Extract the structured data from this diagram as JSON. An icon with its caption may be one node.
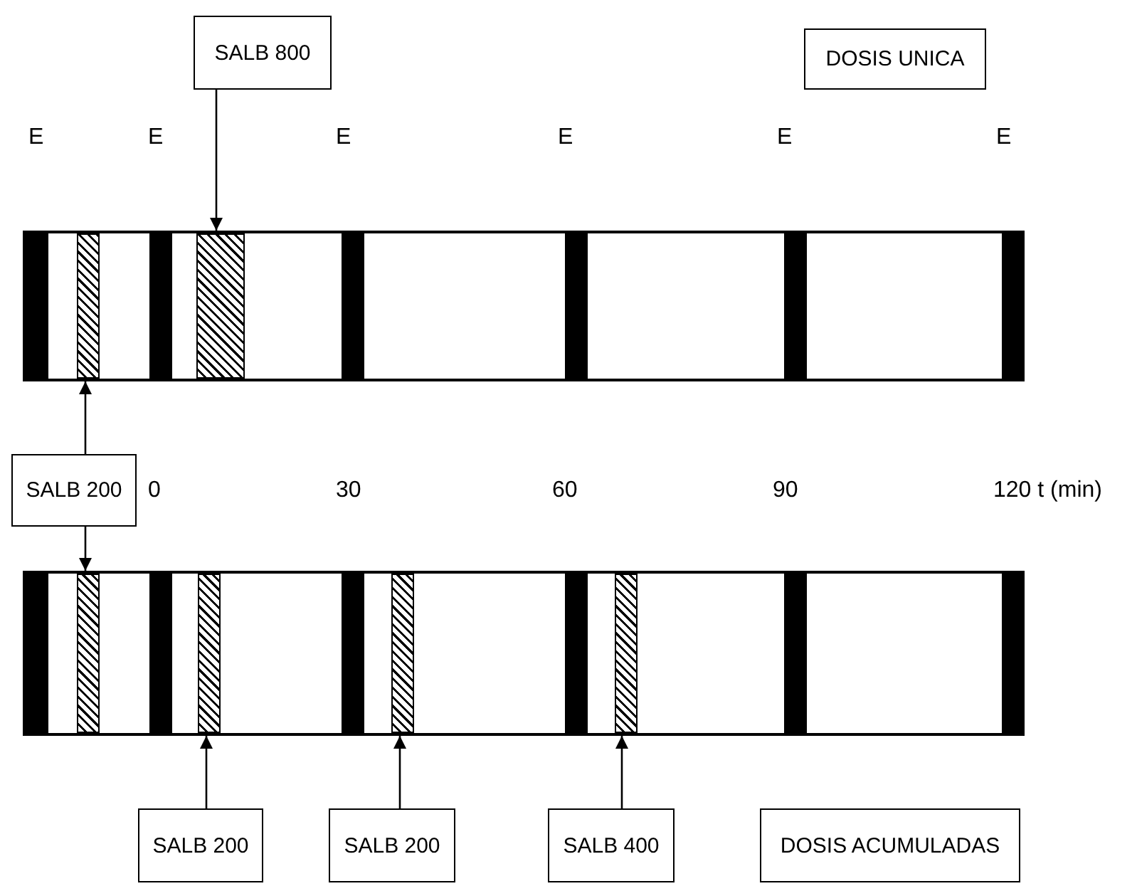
{
  "diagram": {
    "nodes": [
      {
        "text": [
          "SALB 800"
        ]
      },
      {
        "text": [],
        "shape": "bar"
      },
      {
        "text": [],
        "shape": "bar",
        "in": 1
      },
      {
        "text": [],
        "shape": "bar",
        "in": 1
      },
      {
        "text": [
          "SALB 200"
        ]
      },
      {
        "text": [],
        "shape": "bar"
      },
      {
        "text": [],
        "shape": "bar",
        "in": 5
      },
      {
        "text": [],
        "shape": "bar",
        "in": 5
      },
      {
        "text": [],
        "shape": "bar",
        "in": 5
      },
      {
        "text": [],
        "shape": "bar",
        "in": 5
      },
      {
        "text": [
          "SALB 200"
        ]
      },
      {
        "text": [
          "SALB 200"
        ]
      },
      {
        "text": [
          "SALB 400"
        ]
      },
      {
        "text": [
          "DOSIS UNICA"
        ]
      },
      {
        "text": [
          "DOSIS ACUMULADAS"
        ]
      }
    ],
    "edges": [
      {
        "from": 0,
        "to": 3,
        "arrow": "to"
      },
      {
        "from": 4,
        "to": 2,
        "arrow": "to"
      },
      {
        "from": 4,
        "to": 6,
        "arrow": "to"
      },
      {
        "from": 10,
        "to": 7,
        "arrow": "to"
      },
      {
        "from": 11,
        "to": 8,
        "arrow": "to"
      },
      {
        "from": 12,
        "to": 9,
        "arrow": "to"
      }
    ],
    "labels": [
      "E",
      "E",
      "E",
      "E",
      "E",
      "E",
      "0",
      "30",
      "60",
      "90",
      "120 t (min)"
    ]
  }
}
